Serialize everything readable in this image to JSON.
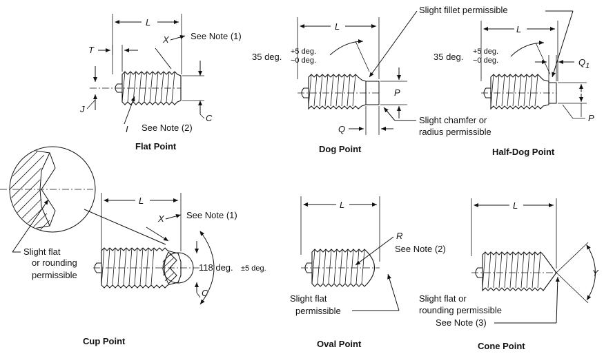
{
  "flat": {
    "title": "Flat Point",
    "L": "L",
    "T": "T",
    "X": "X",
    "J": "J",
    "I": "I",
    "C": "C",
    "note1": "See Note (1)",
    "note2": "See Note (2)"
  },
  "dog": {
    "title": "Dog Point",
    "L": "L",
    "P": "P",
    "Q": "Q",
    "angle": "35 deg.",
    "plus": "+5 deg.",
    "minus": "−0 deg.",
    "fillet": "Slight fillet permissible",
    "chamfer1": "Slight chamfer or",
    "chamfer2": "radius permissible"
  },
  "halfdog": {
    "title": "Half-Dog Point",
    "L": "L",
    "Q": "Q",
    "Qsub": "1",
    "P": "P",
    "angle": "35 deg.",
    "plus": "+5 deg.",
    "minus": "−0 deg."
  },
  "cup": {
    "title": "Cup Point",
    "L": "L",
    "X": "X",
    "C": "C",
    "note1": "See Note (1)",
    "angle": "118 deg.",
    "tol": "±5 deg.",
    "flat1": "Slight flat",
    "flat2": "or rounding",
    "flat3": "permissible"
  },
  "oval": {
    "title": "Oval Point",
    "L": "L",
    "R": "R",
    "note2": "See Note (2)",
    "flat1": "Slight flat",
    "flat2": "permissible"
  },
  "cone": {
    "title": "Cone Point",
    "L": "L",
    "Y": "Y",
    "flat1": "Slight flat or",
    "flat2": "rounding permissible",
    "note3": "See Note (3)"
  }
}
